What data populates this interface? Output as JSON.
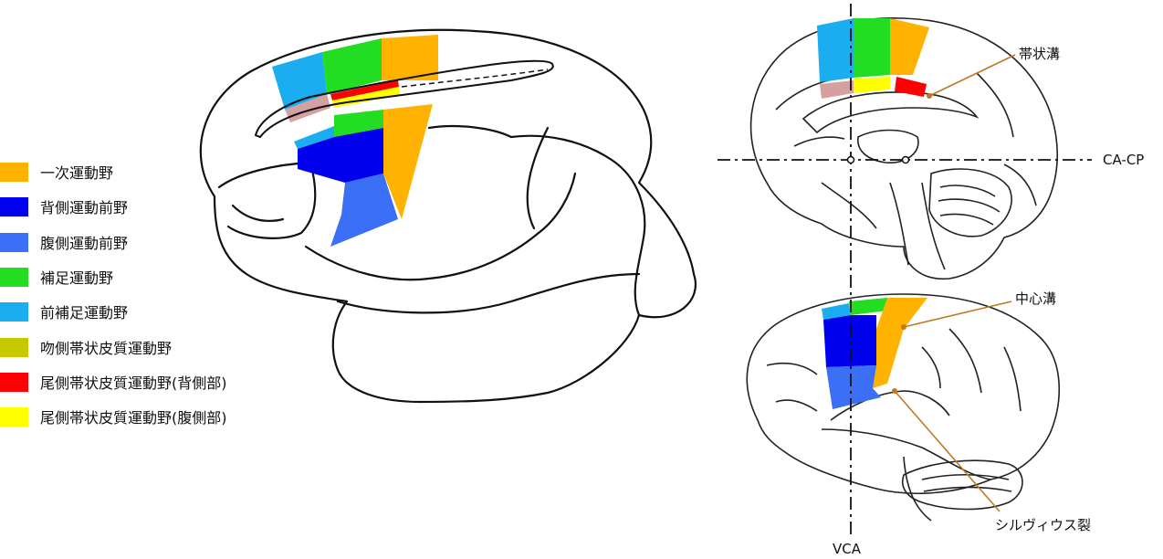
{
  "legend": {
    "items": [
      {
        "label": "一次運動野",
        "color": "#FFB300"
      },
      {
        "label": "背側運動前野",
        "color": "#0000EE"
      },
      {
        "label": "腹側運動前野",
        "color": "#3B6FF5"
      },
      {
        "label": "補足運動野",
        "color": "#22DD22"
      },
      {
        "label": "前補足運動野",
        "color": "#1AADEF"
      },
      {
        "label": "吻側帯状皮質運動野",
        "color": "#C8C800"
      },
      {
        "label": "尾側帯状皮質運動野(背側部)",
        "color": "#FF0000"
      },
      {
        "label": "尾側帯状皮質運動野(腹側部)",
        "color": "#FFFF00"
      }
    ]
  },
  "annotations": {
    "cingulate_sulcus": "帯状溝",
    "ca_cp": "CA-CP",
    "central_sulcus": "中心溝",
    "sylvian_fissure": "シルヴィウス裂",
    "vca": "VCA"
  },
  "colors": {
    "leader_line": "#C07820",
    "outline": "#111111",
    "pink_region": "#D4A0A0"
  }
}
